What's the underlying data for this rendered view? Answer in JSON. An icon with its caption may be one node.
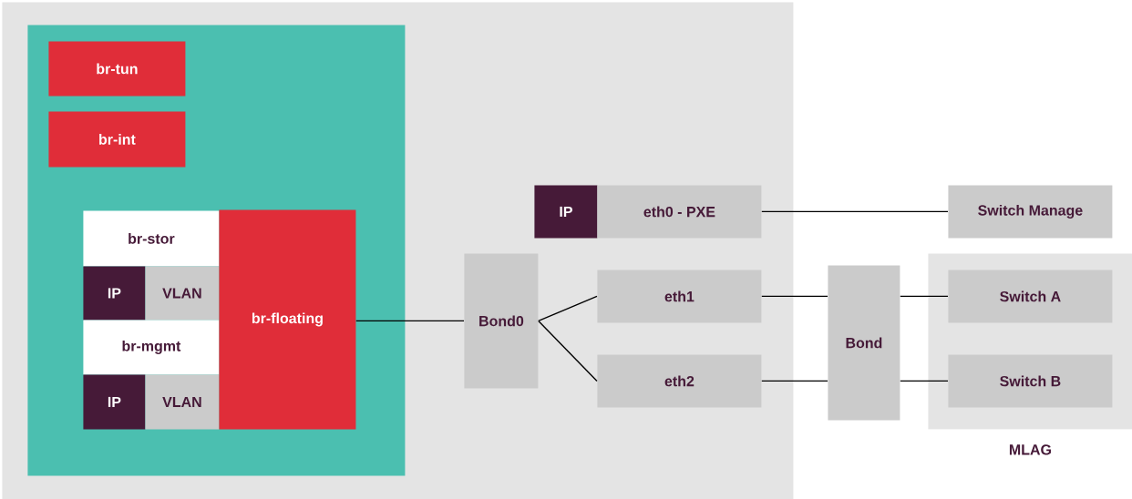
{
  "diagram": {
    "nodes": [
      {
        "text": [],
        "shape": "box"
      },
      {
        "text": [],
        "shape": "box",
        "in": 0
      },
      {
        "text": [
          "br-tun"
        ],
        "in": 1
      },
      {
        "text": [
          "br-int"
        ],
        "in": 1
      },
      {
        "text": [
          "br-stor"
        ],
        "in": 1
      },
      {
        "text": [
          "IP"
        ],
        "in": 1
      },
      {
        "text": [
          "VLAN"
        ],
        "in": 1
      },
      {
        "text": [
          "br-mgmt"
        ],
        "in": 1
      },
      {
        "text": [
          "IP"
        ],
        "in": 1
      },
      {
        "text": [
          "VLAN"
        ],
        "in": 1
      },
      {
        "text": [
          "br-floating"
        ],
        "in": 1
      },
      {
        "text": [
          "IP"
        ],
        "in": 0
      },
      {
        "text": [
          "eth0 - PXE"
        ],
        "in": 0
      },
      {
        "text": [
          "Bond0"
        ],
        "in": 0
      },
      {
        "text": [
          "eth1"
        ],
        "in": 0
      },
      {
        "text": [
          "eth2"
        ],
        "in": 0
      },
      {
        "text": [
          "Bond"
        ]
      },
      {
        "text": [
          "Switch Manage"
        ]
      },
      {
        "text": [
          "MLAG"
        ]
      },
      {
        "text": [
          "Switch A"
        ],
        "in": 18
      },
      {
        "text": [
          "Switch B"
        ],
        "in": 18
      }
    ],
    "edges": [
      {
        "from": 10,
        "to": 13,
        "arrow": "none"
      },
      {
        "from": 13,
        "to": 14,
        "arrow": "none"
      },
      {
        "from": 13,
        "to": 15,
        "arrow": "none"
      },
      {
        "from": 12,
        "to": 17,
        "arrow": "none"
      },
      {
        "from": 14,
        "to": 16,
        "arrow": "none"
      },
      {
        "from": 16,
        "to": 19,
        "arrow": "none"
      },
      {
        "from": 15,
        "to": 16,
        "arrow": "none"
      },
      {
        "from": 16,
        "to": 20,
        "arrow": "none"
      }
    ]
  }
}
